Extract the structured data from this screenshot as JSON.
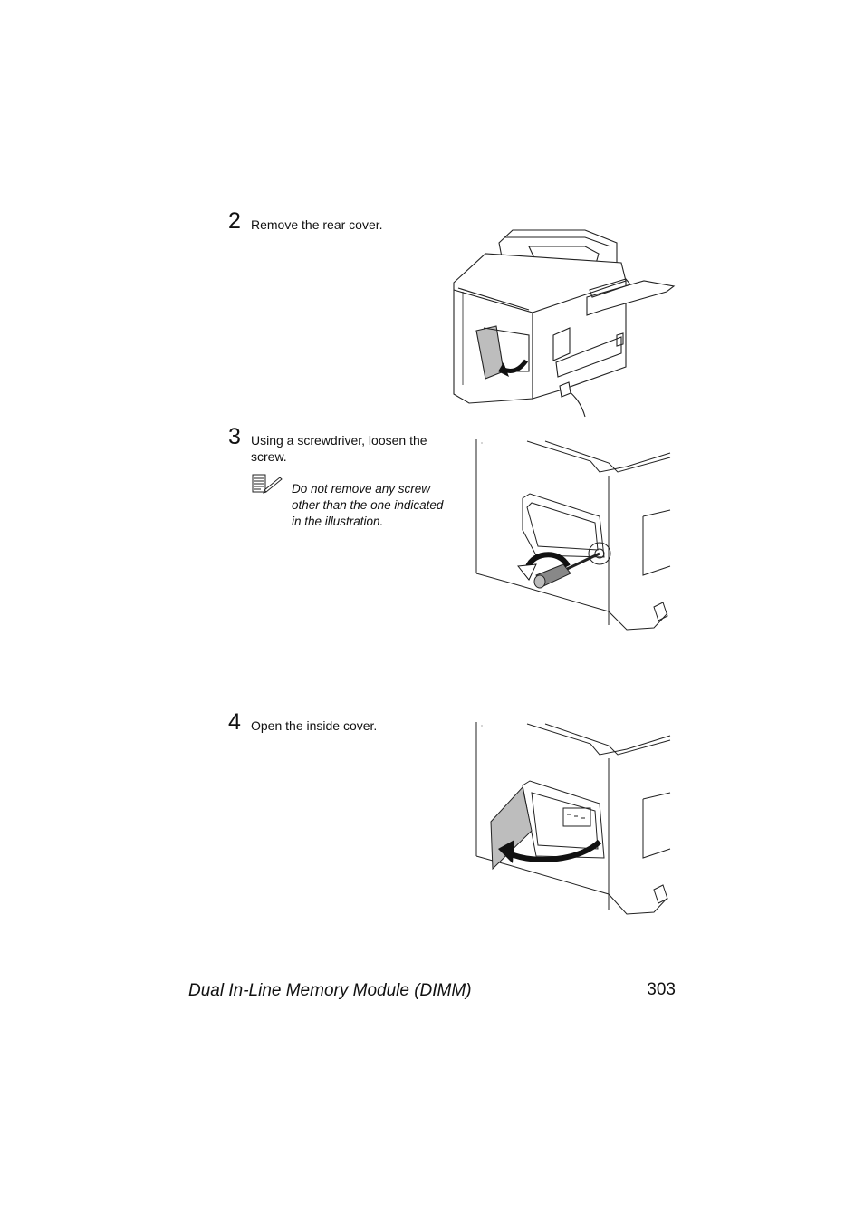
{
  "steps": [
    {
      "number": "2",
      "text": "Remove the rear cover."
    },
    {
      "number": "3",
      "text": "Using a screwdriver, loosen the screw."
    },
    {
      "number": "4",
      "text": "Open the inside cover."
    }
  ],
  "note": {
    "icon": "note-pad-pencil-icon",
    "text": "Do not remove any screw other than the one indicated in the illustration."
  },
  "footer": {
    "title": "Dual In-Line Memory Module (DIMM)",
    "page": "303"
  }
}
